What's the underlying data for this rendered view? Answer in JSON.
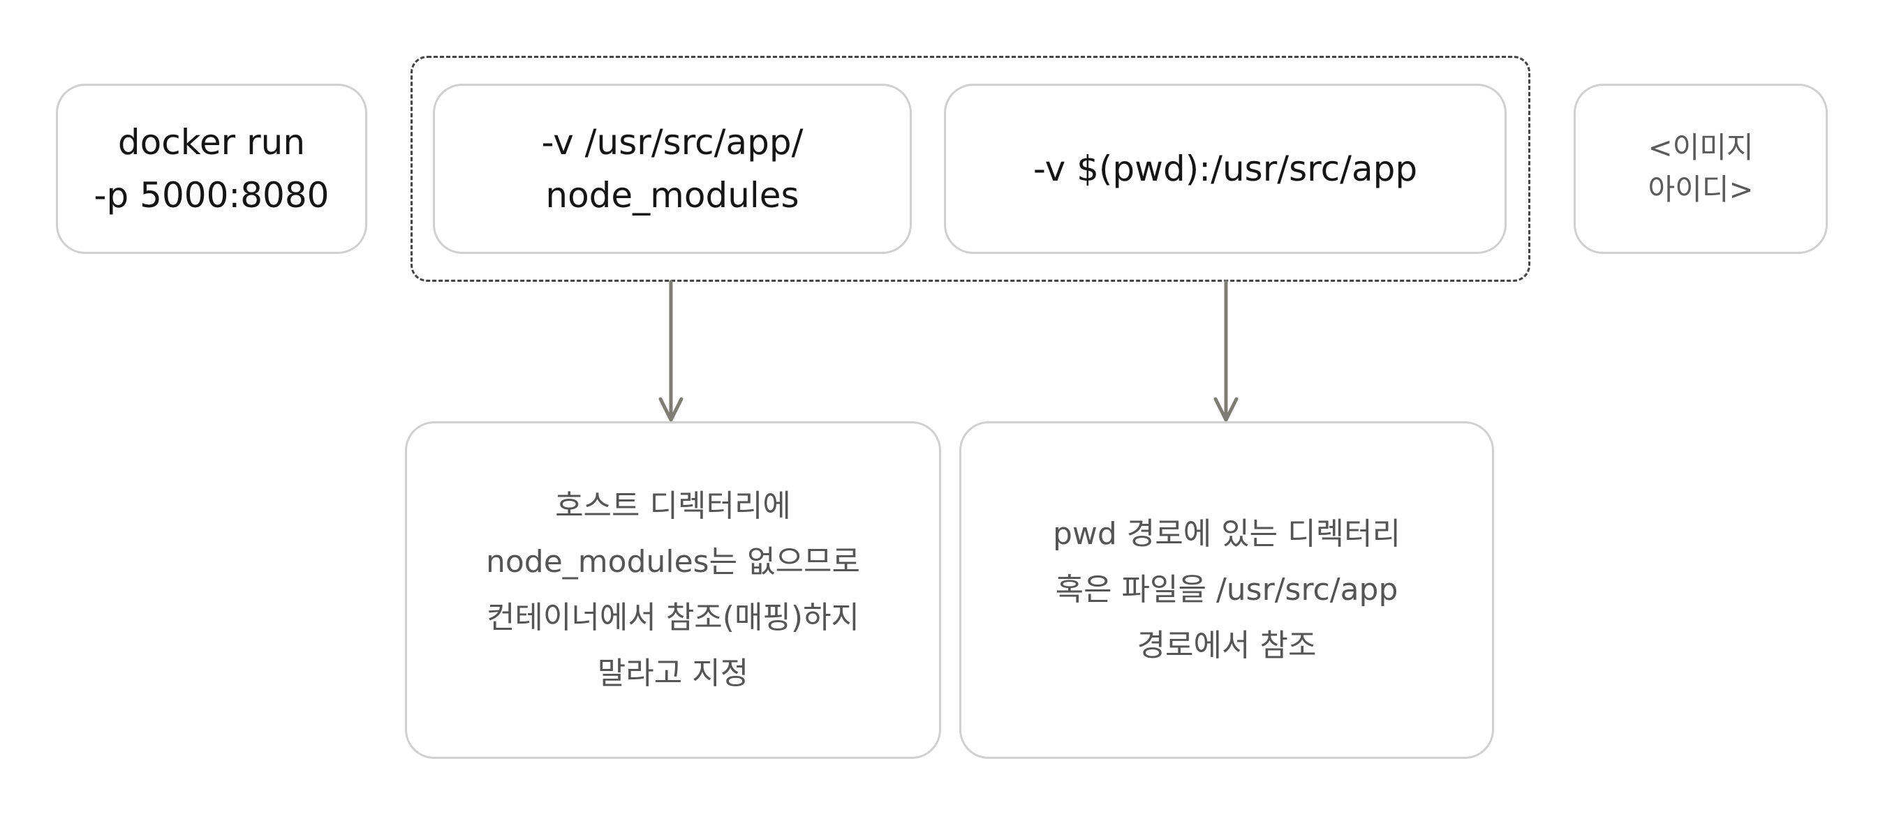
{
  "command_parts": {
    "docker_run": [
      "docker run",
      "-p 5000:8080"
    ],
    "volume_node_modules": [
      "-v /usr/src/app/",
      "node_modules"
    ],
    "volume_pwd": [
      "-v $(pwd):/usr/src/app"
    ],
    "image_id": [
      "<이미지",
      "아이디>"
    ]
  },
  "descriptions": {
    "node_modules": [
      "호스트 디렉터리에",
      "node_modules는 없으므로",
      "컨테이너에서 참조(매핑)하지",
      "말라고 지정"
    ],
    "pwd": [
      "pwd 경로에 있는 디렉터리",
      "혹은 파일을 /usr/src/app",
      "경로에서 참조"
    ]
  },
  "colors": {
    "box_border": "#d0d0d0",
    "group_border": "#444444",
    "arrow": "#7d7d76",
    "description_text": "#555555"
  }
}
